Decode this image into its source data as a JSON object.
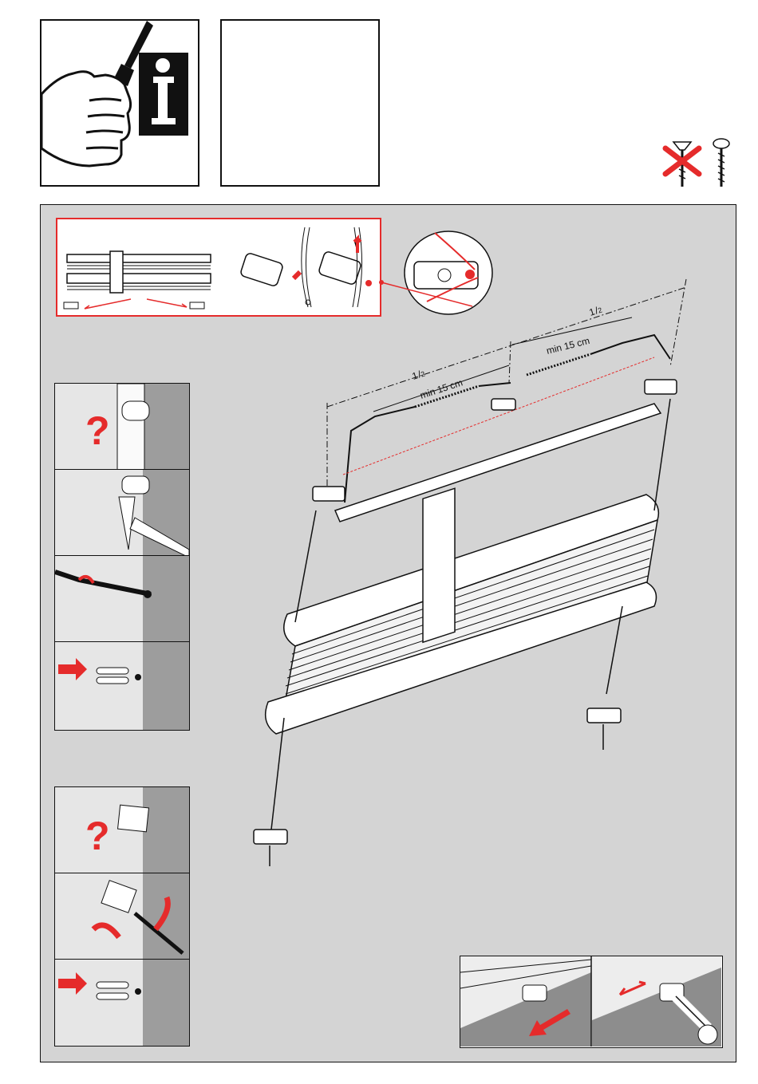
{
  "header": {
    "info_icon": "info-hand-screwdriver-icon",
    "blank_box": ""
  },
  "screws": {
    "forbidden_icon": "countersunk-screw-crossed-icon",
    "allowed_icon": "pan-head-screw-icon"
  },
  "diagram": {
    "dim_left_half": "1/2",
    "dim_right_half": "1/2",
    "min_left": "min 15 cm",
    "min_right": "min 15 cm",
    "half_numerator": "1",
    "half_denominator": "2"
  },
  "thumbs_a": {
    "question_mark": "?"
  },
  "thumbs_b": {
    "question_mark": "?"
  },
  "colors": {
    "accent_red": "#e52b2b",
    "panel_gray": "#d4d4d4",
    "line": "#111111"
  }
}
